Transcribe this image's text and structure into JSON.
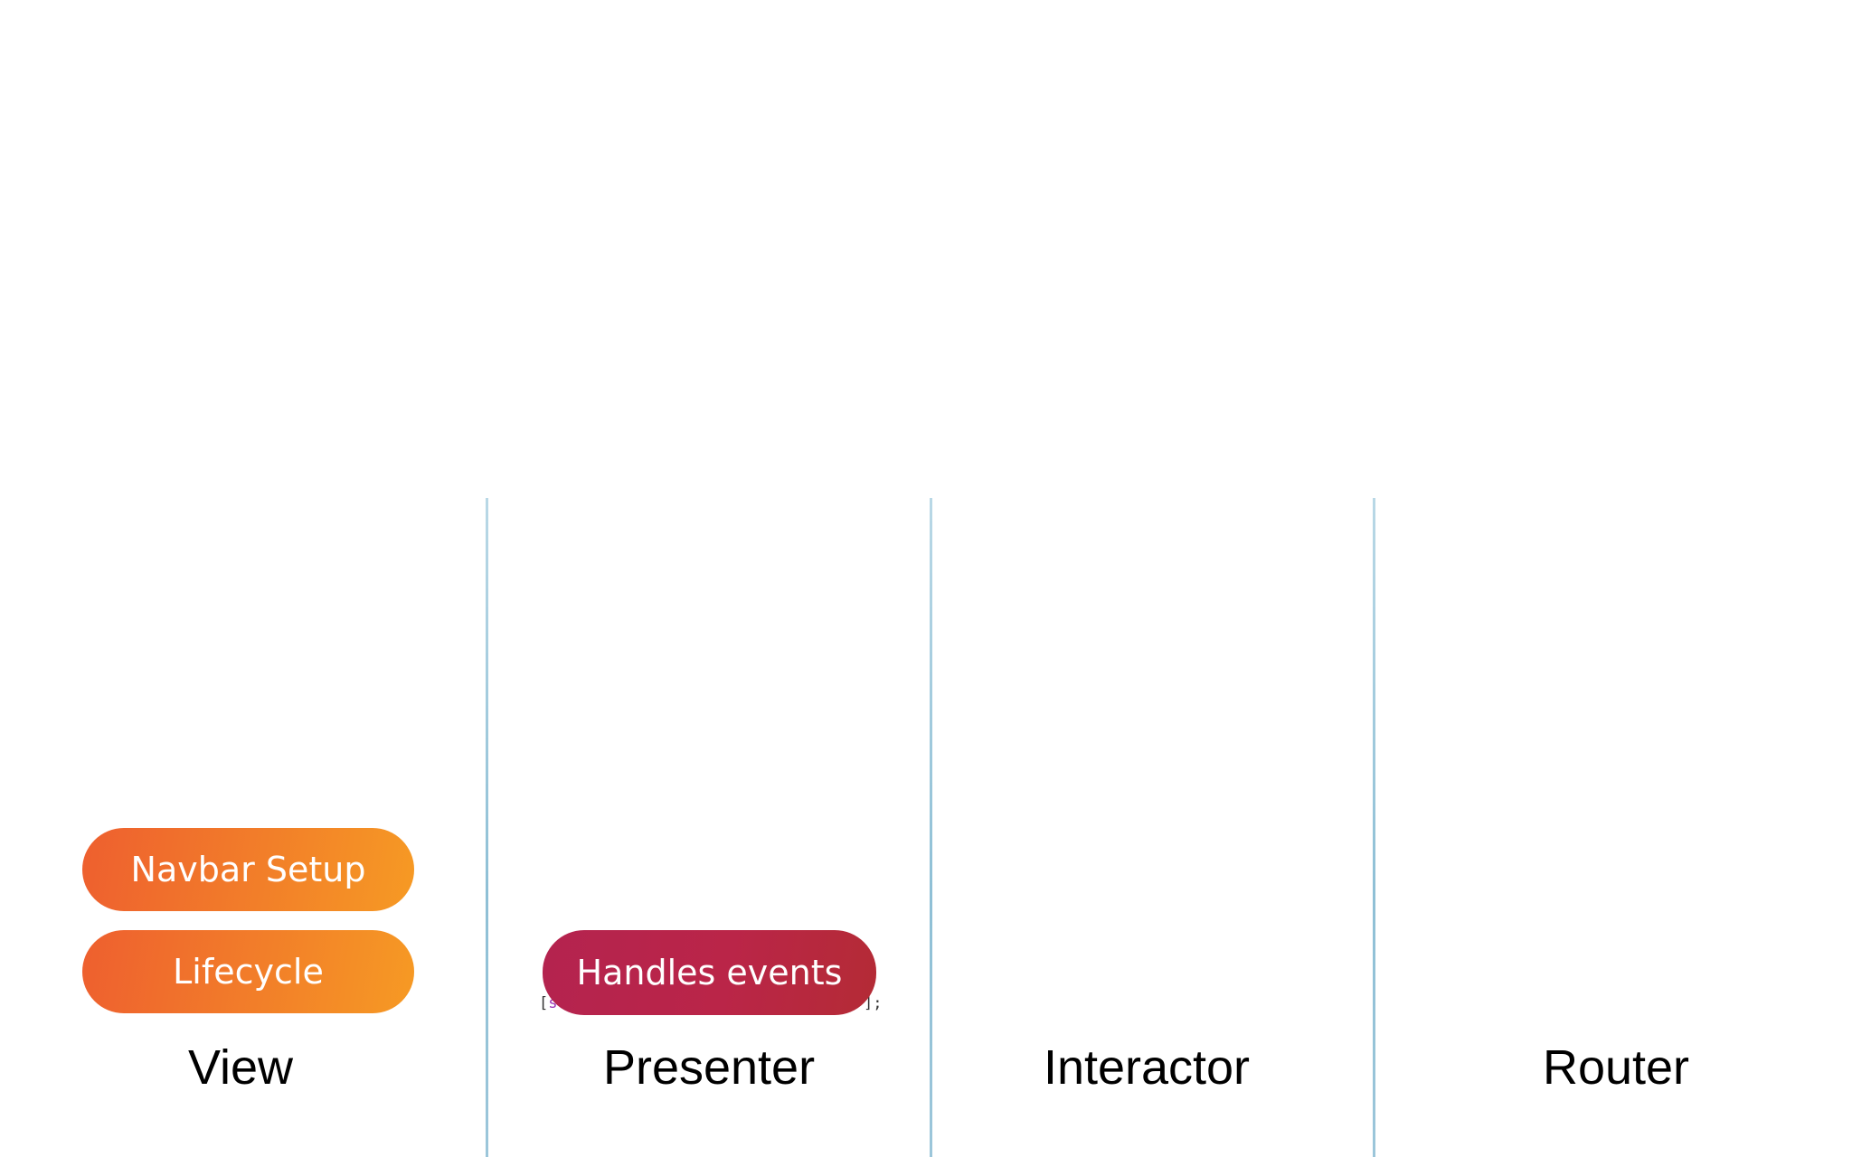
{
  "lanes": [
    {
      "label": "View"
    },
    {
      "label": "Presenter"
    },
    {
      "label": "Interactor"
    },
    {
      "label": "Router"
    }
  ],
  "view_pills": {
    "navbar_setup": "Navbar Setup",
    "lifecycle": "Lifecycle"
  },
  "presenter_pills": {
    "handles_events": "Handles events"
  },
  "code_fragment": {
    "open_bracket": "[",
    "keyword": "se",
    "close": "];"
  },
  "colors": {
    "orange_pill_start": "#ee5f2f",
    "orange_pill_end": "#f69a24",
    "red_pill_start": "#b4234f",
    "red_pill_end": "#b42b35",
    "divider": "#9cc6da",
    "label_text": "#000000"
  }
}
